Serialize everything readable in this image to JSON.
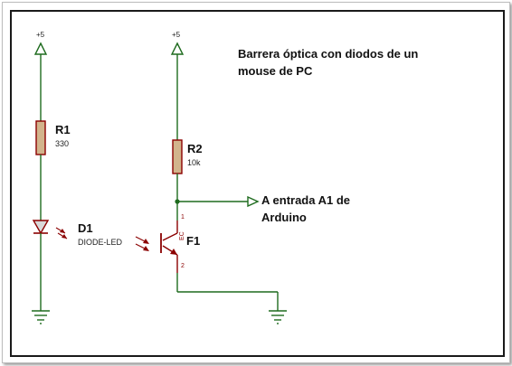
{
  "title": "Barrera óptica con diodos de un mouse de PC",
  "title_lines": [
    "Barrera óptica con diodos de un",
    "mouse de PC"
  ],
  "supply_left": "+5",
  "supply_right": "+5",
  "r1": {
    "ref": "R1",
    "value": "330"
  },
  "r2": {
    "ref": "R2",
    "value": "10k"
  },
  "d1": {
    "ref": "D1",
    "value": "DIODE-LED"
  },
  "f1": {
    "ref": "F1",
    "pin_top": "1",
    "pin_bottom": "2",
    "pin_label": "EC"
  },
  "output": {
    "lines": [
      "A entrada A1 de",
      "Arduino"
    ]
  },
  "colors": {
    "wire": "#1e6b1e",
    "component": "#8b0000",
    "resistor_fill": "#d2b48c",
    "arrow": "#1e6b1e"
  }
}
